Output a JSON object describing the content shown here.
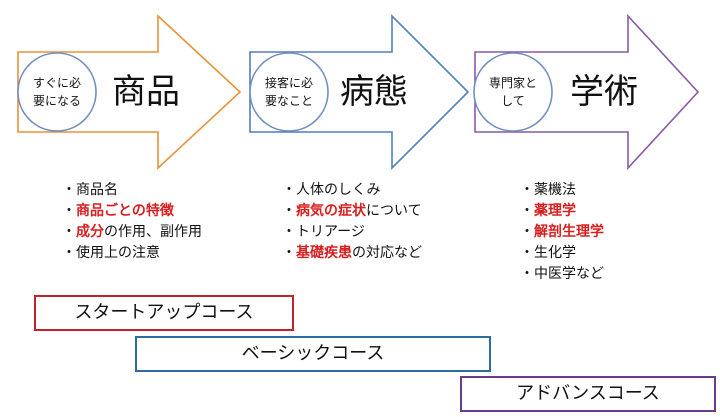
{
  "colors": {
    "arrow1": "#E8923C",
    "arrow2": "#4F7FBF",
    "arrow3": "#8A5AA8",
    "circle_border": "#6F8FBF",
    "highlight": "#D81F1F",
    "course1": "#C0242A",
    "course2": "#2E6E9E",
    "course3": "#6B3B8E"
  },
  "stages": [
    {
      "circle_line1": "すぐに必",
      "circle_line2": "要になる",
      "title": "商品",
      "items": [
        {
          "text": "商品名",
          "highlight": false
        },
        {
          "text": "商品ごとの特徴",
          "highlight": true
        },
        {
          "prefix": "成分",
          "suffix": "の作用、副作用",
          "highlight": "partial"
        },
        {
          "text": "使用上の注意",
          "highlight": false
        }
      ]
    },
    {
      "circle_line1": "接客に必",
      "circle_line2": "要なこと",
      "title": "病態",
      "items": [
        {
          "text": "人体のしくみ",
          "highlight": false
        },
        {
          "prefix": "病気の症状",
          "suffix": "について",
          "highlight": "partial"
        },
        {
          "text": "トリアージ",
          "highlight": false
        },
        {
          "prefix": "基礎疾患",
          "suffix": "の対応など",
          "highlight": "partial"
        }
      ]
    },
    {
      "circle_line1": "専門家と",
      "circle_line2": "して",
      "title": "学術",
      "items": [
        {
          "text": "薬機法",
          "highlight": false
        },
        {
          "text": "薬理学",
          "highlight": true
        },
        {
          "text": "解剖生理学",
          "highlight": true
        },
        {
          "text": "生化学",
          "highlight": false
        },
        {
          "text": "中医学など",
          "highlight": false
        }
      ]
    }
  ],
  "courses": [
    {
      "label": "スタートアップコース"
    },
    {
      "label": "ベーシックコース"
    },
    {
      "label": "アドバンスコース"
    }
  ]
}
